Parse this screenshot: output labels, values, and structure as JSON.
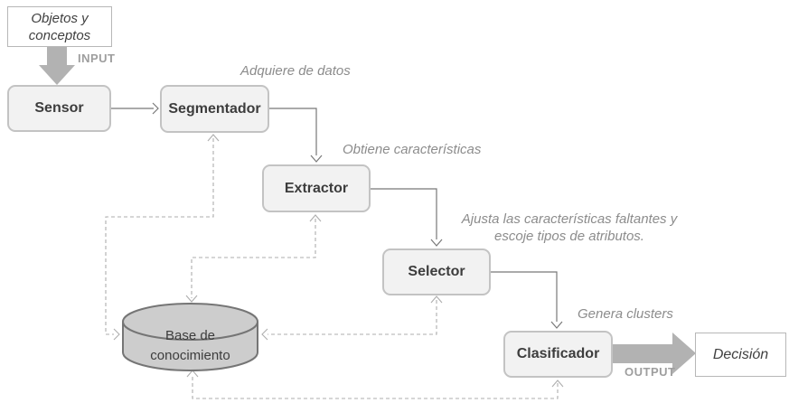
{
  "nodes": {
    "input_source": {
      "label": "Objetos y conceptos"
    },
    "sensor": {
      "label": "Sensor"
    },
    "segmentador": {
      "label": "Segmentador"
    },
    "extractor": {
      "label": "Extractor"
    },
    "selector": {
      "label": "Selector"
    },
    "clasificador": {
      "label": "Clasificador"
    },
    "knowledge_base": {
      "label": "Base de conocimiento"
    },
    "decision": {
      "label": "Decisión"
    }
  },
  "flow_labels": {
    "input": "INPUT",
    "output": "OUTPUT"
  },
  "annotations": {
    "segmentador": "Adquiere de datos",
    "extractor": "Obtiene características",
    "selector": "Ajusta las características faltantes y escoje tipos de atributos.",
    "clasificador": "Genera clusters"
  },
  "colors": {
    "node_fill": "#f2f2f2",
    "node_border": "#c3c3c3",
    "cylinder_fill": "#cdcdcd",
    "cylinder_border": "#757575",
    "block_arrow": "#b2b2b2",
    "solid_line": "#787878",
    "dashed_line": "#aeaeae",
    "text_dark": "#3d3d3d",
    "annotation_text": "#8c8c8c",
    "io_label_text": "#9e9e9e"
  }
}
